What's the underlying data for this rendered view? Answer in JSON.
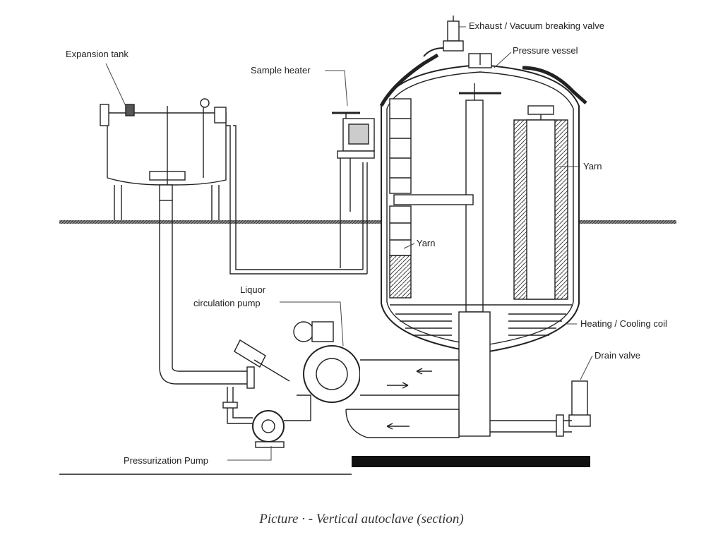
{
  "labels": {
    "expansion_tank": "Expansion tank",
    "sample_heater": "Sample heater",
    "exhaust_valve": "Exhaust / Vacuum breaking valve",
    "pressure_vessel": "Pressure vessel",
    "yarn_right": "Yarn",
    "yarn_left": "Yarn",
    "liquor_pump_line1": "Liquor",
    "liquor_pump_line2": "circulation pump",
    "heating_coil": "Heating / Cooling coil",
    "drain_valve": "Drain valve",
    "pressurization_pump": "Pressurization Pump"
  },
  "caption": {
    "prefix": "Picture",
    "mark": "·",
    "text": "- Vertical autoclave (section)"
  }
}
